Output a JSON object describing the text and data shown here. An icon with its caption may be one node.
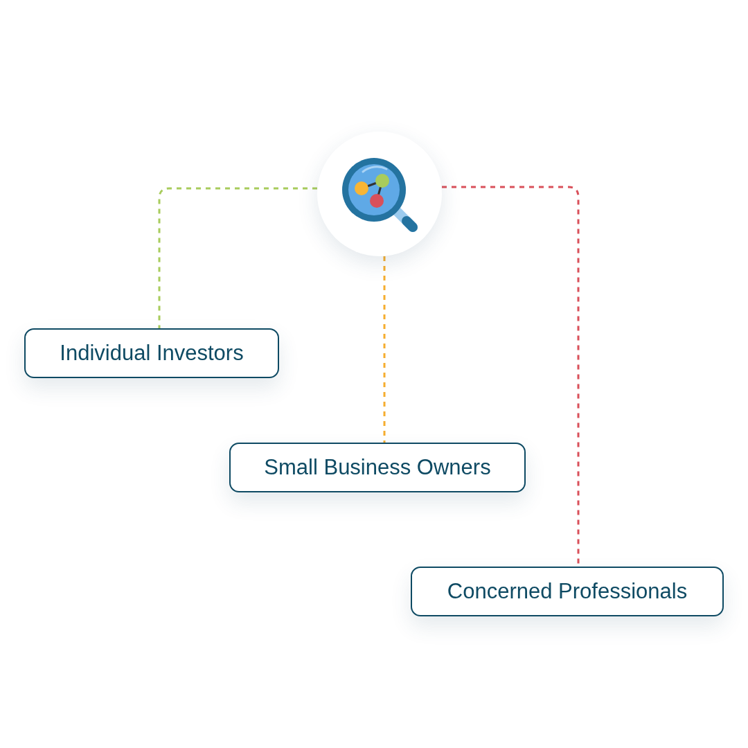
{
  "diagram": {
    "nodes": [
      {
        "text": [],
        "shape": "circle"
      },
      {
        "text": [
          "Individual Investors"
        ]
      },
      {
        "text": [
          "Small Business Owners"
        ]
      },
      {
        "text": [
          "Concerned Professionals"
        ]
      }
    ],
    "edges": [
      {
        "from": 0,
        "to": 1,
        "arrow": "none",
        "style": "dashed",
        "color": "#a8cc5c"
      },
      {
        "from": 0,
        "to": 2,
        "arrow": "none",
        "style": "dashed",
        "color": "#f5ad2f"
      },
      {
        "from": 0,
        "to": 3,
        "arrow": "none",
        "style": "dashed",
        "color": "#d9505a"
      }
    ]
  }
}
